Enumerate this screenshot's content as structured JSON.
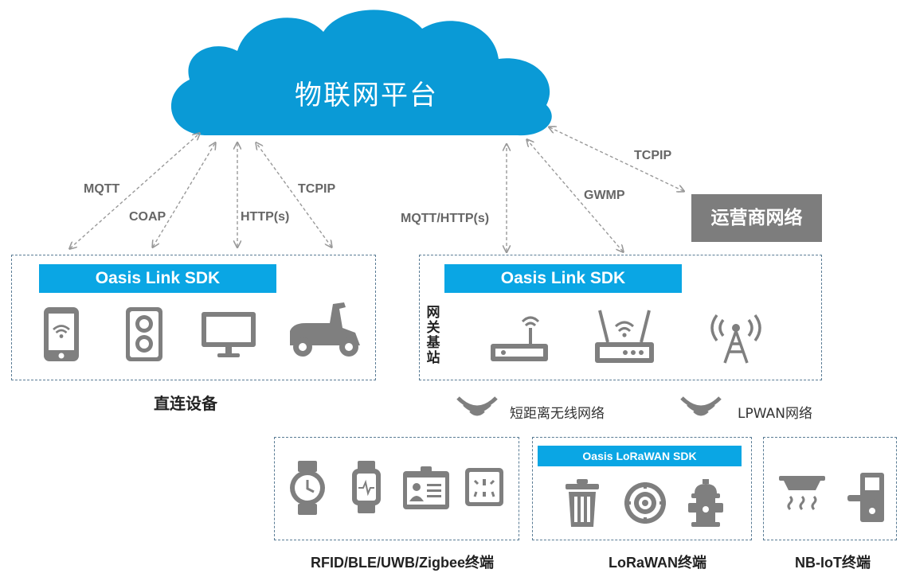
{
  "platform": {
    "label": "物联网平台",
    "color": "#0a9ad6"
  },
  "protocols": {
    "mqtt": "MQTT",
    "coap": "COAP",
    "https": "HTTP(s)",
    "tcpip_left": "TCPIP",
    "mqtt_http": "MQTT/HTTP(s)",
    "gwmp": "GWMP",
    "tcpip_right": "TCPIP"
  },
  "carrier": {
    "label": "运营商网络",
    "color": "#7d7d7d"
  },
  "direct": {
    "sdk_label": "Oasis Link SDK",
    "caption": "直连设备",
    "icons": [
      "smartphone-icon",
      "speaker-icon",
      "monitor-icon",
      "scooter-icon"
    ]
  },
  "gateway": {
    "sdk_label": "Oasis Link SDK",
    "vertical_label": [
      "网",
      "关",
      "基",
      "站"
    ],
    "icons": [
      "router-icon",
      "gateway-device-icon",
      "base-station-icon"
    ]
  },
  "networks": {
    "short_range": "短距离无线网络",
    "lpwan": "LPWAN网络"
  },
  "terminals": {
    "rfid": {
      "caption": "RFID/BLE/UWB/Zigbee终端",
      "icons": [
        "watch-icon",
        "smartwatch-icon",
        "id-badge-icon",
        "socket-icon"
      ]
    },
    "lorawan": {
      "sdk_label": "Oasis LoRaWAN SDK",
      "caption": "LoRaWAN终端",
      "icons": [
        "trash-bin-icon",
        "target-sensor-icon",
        "fire-hydrant-icon"
      ]
    },
    "nbiot": {
      "caption": "NB-IoT终端",
      "icons": [
        "smoke-detector-icon",
        "smart-lock-icon"
      ]
    }
  },
  "colors": {
    "sdk_bar": "#0aa6e4",
    "icon_gray": "#7f7f7f",
    "border": "#5a7c95",
    "arrow": "#999999"
  }
}
